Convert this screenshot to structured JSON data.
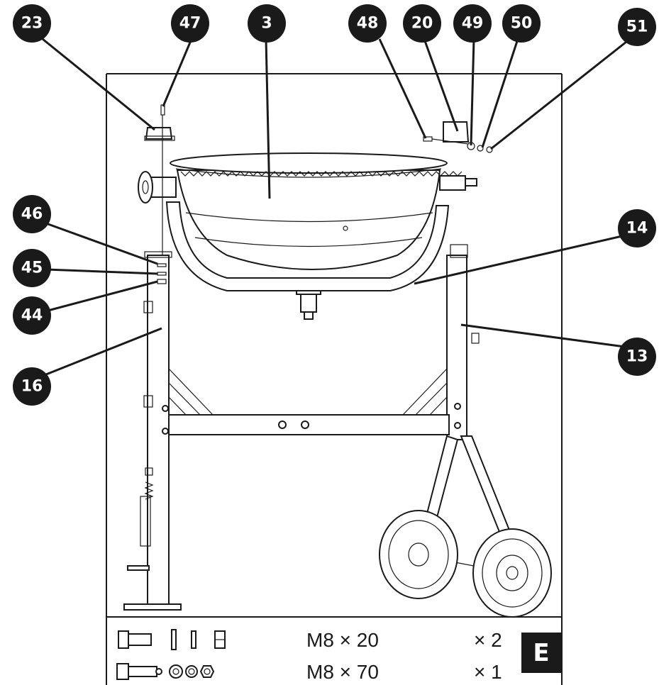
{
  "callouts": [
    {
      "label": "23"
    },
    {
      "label": "47"
    },
    {
      "label": "3"
    },
    {
      "label": "48"
    },
    {
      "label": "20"
    },
    {
      "label": "49"
    },
    {
      "label": "50"
    },
    {
      "label": "51"
    },
    {
      "label": "46"
    },
    {
      "label": "14"
    },
    {
      "label": "45"
    },
    {
      "label": "44"
    },
    {
      "label": "13"
    },
    {
      "label": "16"
    }
  ],
  "hardware": {
    "row1": {
      "size": "M8 × 20",
      "qty": "× 2"
    },
    "row2": {
      "size": "M8 × 70",
      "qty": "× 1"
    }
  },
  "step_label": "E"
}
